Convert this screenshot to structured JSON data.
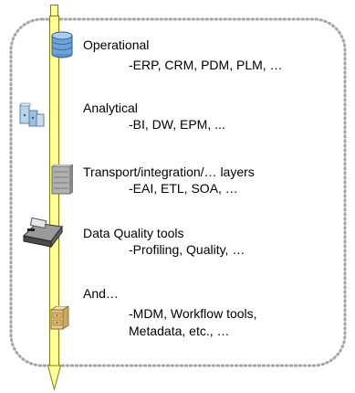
{
  "colors": {
    "arrow_fill": "#ffff99",
    "arrow_stroke": "#808000",
    "border_dots": "#a6a6a6",
    "text": "#000000"
  },
  "sections": [
    {
      "heading": "Operational",
      "detail": "-ERP, CRM, PDM, PLM, …",
      "icon": "database-cylinder-icon"
    },
    {
      "heading": "Analytical",
      "detail": "-BI, DW, EPM, ...",
      "icon": "analytics-server-icon"
    },
    {
      "heading": "Transport/integration/… layers",
      "detail": "-EAI, ETL, SOA, …",
      "icon": "server-stack-icon"
    },
    {
      "heading": "Data Quality tools",
      "detail": "-Profiling, Quality, …",
      "icon": "printer-tools-icon"
    },
    {
      "heading": "And…",
      "detail": "-MDM, Workflow tools,",
      "detail2": "Metadata, etc., …",
      "icon": "cabinet-icon"
    }
  ]
}
